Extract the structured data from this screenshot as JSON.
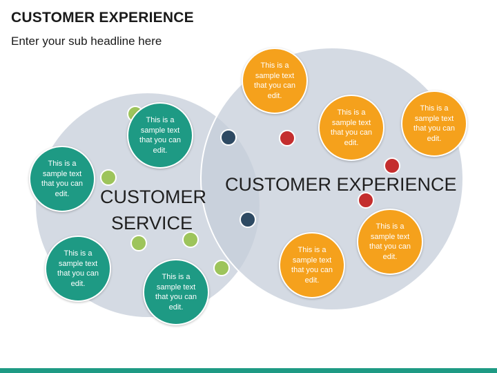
{
  "header": {
    "title": "CUSTOMER EXPERIENCE",
    "subtitle": "Enter your sub headline here"
  },
  "diagram": {
    "circle_service_label": "CUSTOMER SERVICE",
    "circle_experience_label": "CUSTOMER EXPERIENCE",
    "bubbles": [
      "This is a sample text that you can edit.",
      "This is a sample text that you can edit.",
      "This is a sample text that you can edit.",
      "This is a sample text that you can edit.",
      "This is a sample text that you can edit.",
      "This is a sample text that you can edit.",
      "This is a sample text that you can edit.",
      "This is a sample text that you can edit.",
      "This is a sample text that you can edit."
    ]
  },
  "colors": {
    "teal": "#1e9a84",
    "orange": "#f5a11c",
    "circle_fill": "#c5cdda",
    "lime": "#9dc45b",
    "red": "#c42e2e",
    "navy": "#2e4a63"
  }
}
